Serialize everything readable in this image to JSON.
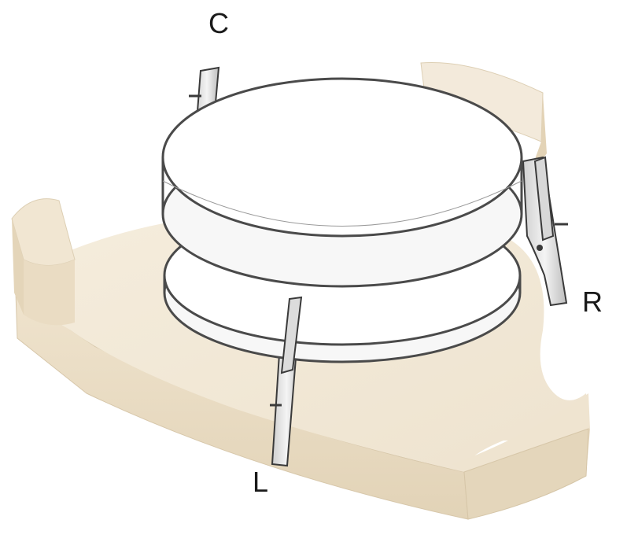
{
  "labels": {
    "c": "C",
    "r": "R",
    "l": "L"
  },
  "colors": {
    "stone_top": "#f3ead8",
    "stone_side": "#e9dcc4",
    "stone_shadow": "#d8c6a6",
    "disc_fill": "#ffffff",
    "rim": "#4a4a4a",
    "leg_metal": "#e8e8e8",
    "leg_edge": "#3a3a3a"
  }
}
